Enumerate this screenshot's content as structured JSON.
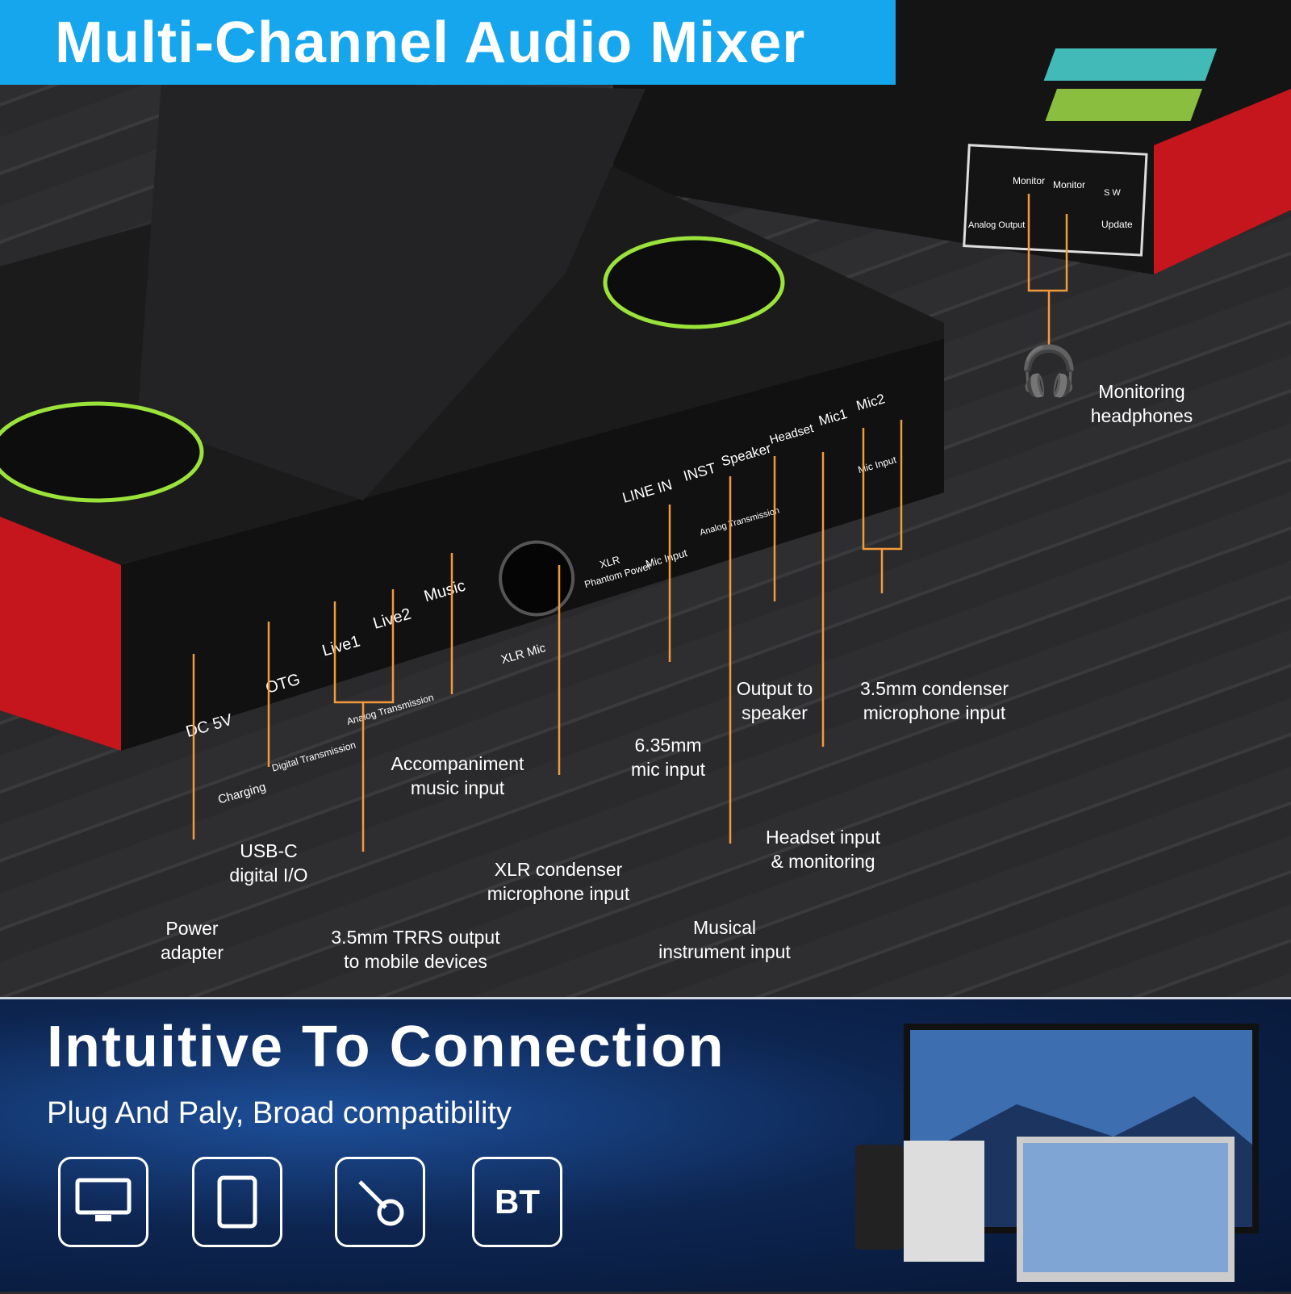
{
  "banner": {
    "title": "Multi-Channel Audio Mixer"
  },
  "panel": {
    "dc": "DC 5V",
    "charging": "Charging",
    "otg": "OTG",
    "digital": "Digital Transmission",
    "live1": "Live1",
    "live2": "Live2",
    "music": "Music",
    "analog": "Analog Transmission",
    "xlr_mic": "XLR Mic",
    "xlr": "XLR",
    "phantom": "Phantom Power",
    "line_in": "LINE IN",
    "mic_input": "Mic Input",
    "inst": "INST",
    "speaker": "Speaker",
    "analog2": "Analog Transmission",
    "headset": "Headset",
    "mic1": "Mic1",
    "mic2": "Mic2",
    "mic_input2": "Mic Input",
    "monitor1": "Monitor",
    "monitor2": "Monitor",
    "sw": "S  W",
    "update": "Update",
    "analog_output": "Analog Output"
  },
  "accent_color": "#f39a3c",
  "callouts": [
    {
      "icon": "headphones-icon",
      "l1": "Monitoring",
      "l2": "headphones"
    },
    {
      "icon": "speaker-icon",
      "l1": "Output to",
      "l2": "speaker"
    },
    {
      "icon": "microphone-icon",
      "l1": "3.5mm condenser",
      "l2": "microphone input"
    },
    {
      "icon": "guitar-icon",
      "l1": "6.35mm",
      "l2": "mic input"
    },
    {
      "icon": "computer-phone-icon",
      "l1": "Accompaniment",
      "l2": "music input"
    },
    {
      "icon": "headset-icon",
      "l1": "Headset input",
      "l2": "& monitoring"
    },
    {
      "icon": "handheld-mic-icon",
      "l1": "XLR condenser",
      "l2": "microphone input"
    },
    {
      "icon": "usb-icon",
      "l1": "USB-C",
      "l2": "digital I/O"
    },
    {
      "icon": "plug-icon",
      "l1": "Power",
      "l2": "adapter"
    },
    {
      "icon": "phone-icon",
      "l1": "3.5mm TRRS output",
      "l2": "to mobile devices"
    },
    {
      "icon": "guitar-icon",
      "l1": "Musical",
      "l2": "instrument input"
    }
  ],
  "bottom": {
    "title": "Intuitive To Connection",
    "subtitle": "Plug And Paly, Broad compatibility",
    "icons": [
      {
        "icon": "computer-icon"
      },
      {
        "icon": "tablet-icon"
      },
      {
        "icon": "guitar-icon"
      },
      {
        "icon": "bluetooth-label",
        "label": "BT"
      }
    ]
  }
}
